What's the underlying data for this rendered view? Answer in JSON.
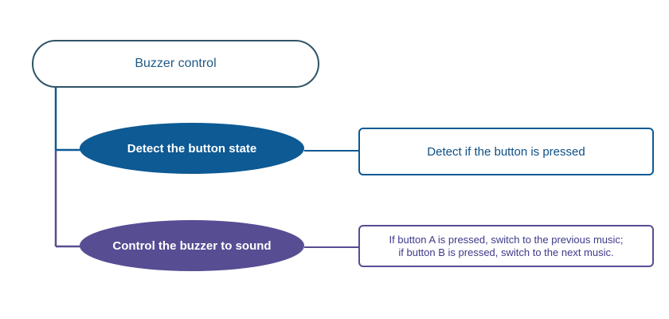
{
  "diagram": {
    "root": {
      "label": "Buzzer control"
    },
    "branches": [
      {
        "label": "Detect the button state",
        "detail_lines": [
          "Detect if the button is pressed"
        ]
      },
      {
        "label": "Control the buzzer to sound",
        "detail_lines": [
          "If button A is pressed, switch to the previous music;",
          "if button B is pressed, switch to the next music."
        ]
      }
    ]
  },
  "colors": {
    "root_border": "#2f5366",
    "branch_1": "#0d5a94",
    "branch_2": "#574d93",
    "connector_1": "#0d5a94",
    "connector_2": "#574d93"
  }
}
